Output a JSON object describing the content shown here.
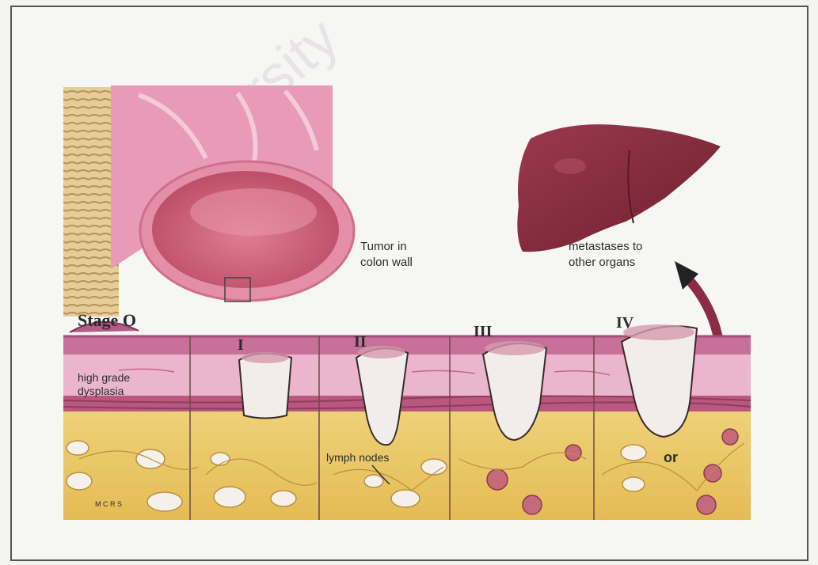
{
  "labels": {
    "tumor_line1": "Tumor in",
    "tumor_line2": "colon wall",
    "metastases_line1": "metastases to",
    "metastases_line2": "other organs",
    "dysplasia_line1": "high grade",
    "dysplasia_line2": "dysplasia",
    "lymph_nodes": "lymph nodes",
    "or": "or",
    "signature": "M C R S"
  },
  "stages": [
    {
      "label": "Stage O"
    },
    {
      "label": "I"
    },
    {
      "label": "II"
    },
    {
      "label": "III"
    },
    {
      "label": "IV"
    }
  ],
  "watermark": "University",
  "colors": {
    "mucosa": "#d27aa0",
    "submucosa": "#e7a9c3",
    "muscle": "#b9577f",
    "fat": "#e9c86a",
    "liver": "#8a2c3e",
    "tumor": "#f1ecea",
    "colon_outer": "#e79ab1",
    "colon_inner": "#c9596f"
  }
}
